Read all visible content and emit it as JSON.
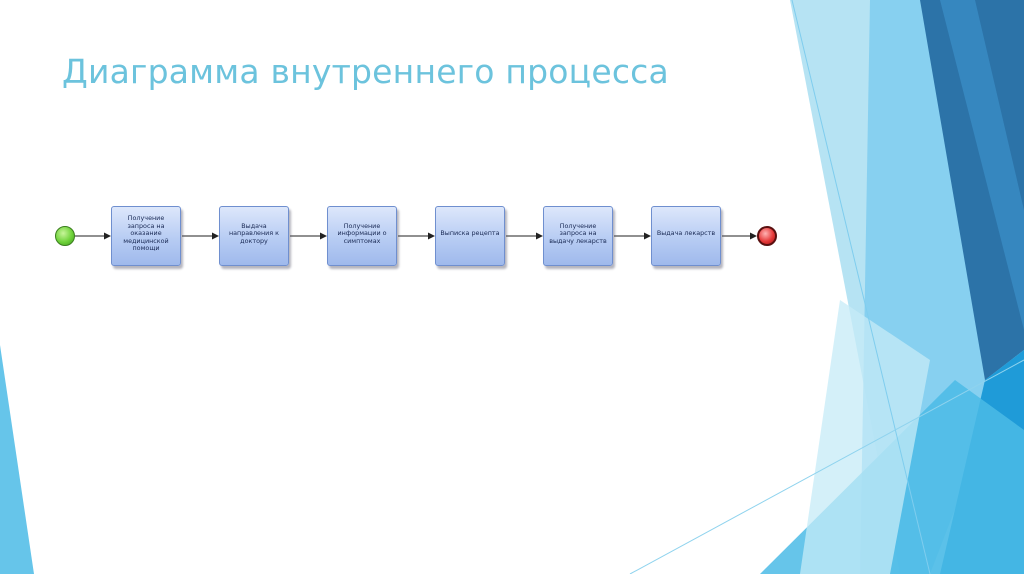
{
  "title": "Диаграмма внутреннего процесса",
  "colors": {
    "title": "#6cc3dd",
    "accent_light": "#aee0f2",
    "accent_mid": "#4bbbe6",
    "accent_dark": "#2c73a8",
    "task_fill": "#b7ccf3",
    "task_border": "#6f8fcf",
    "start_event": "#6fd23a",
    "end_event": "#e63b3b",
    "connector": "#222222"
  },
  "diagram": {
    "start_event": {
      "icon": "start-event-circle-green"
    },
    "end_event": {
      "icon": "end-event-circle-red"
    },
    "tasks": [
      {
        "label": "Получение запроса на оказание медицинской помощи"
      },
      {
        "label": "Выдача направления к доктору"
      },
      {
        "label": "Получение информации о симптомах"
      },
      {
        "label": "Выписка рецепта"
      },
      {
        "label": "Получение запроса на выдачу лекарств"
      },
      {
        "label": "Выдача лекарств"
      }
    ]
  }
}
